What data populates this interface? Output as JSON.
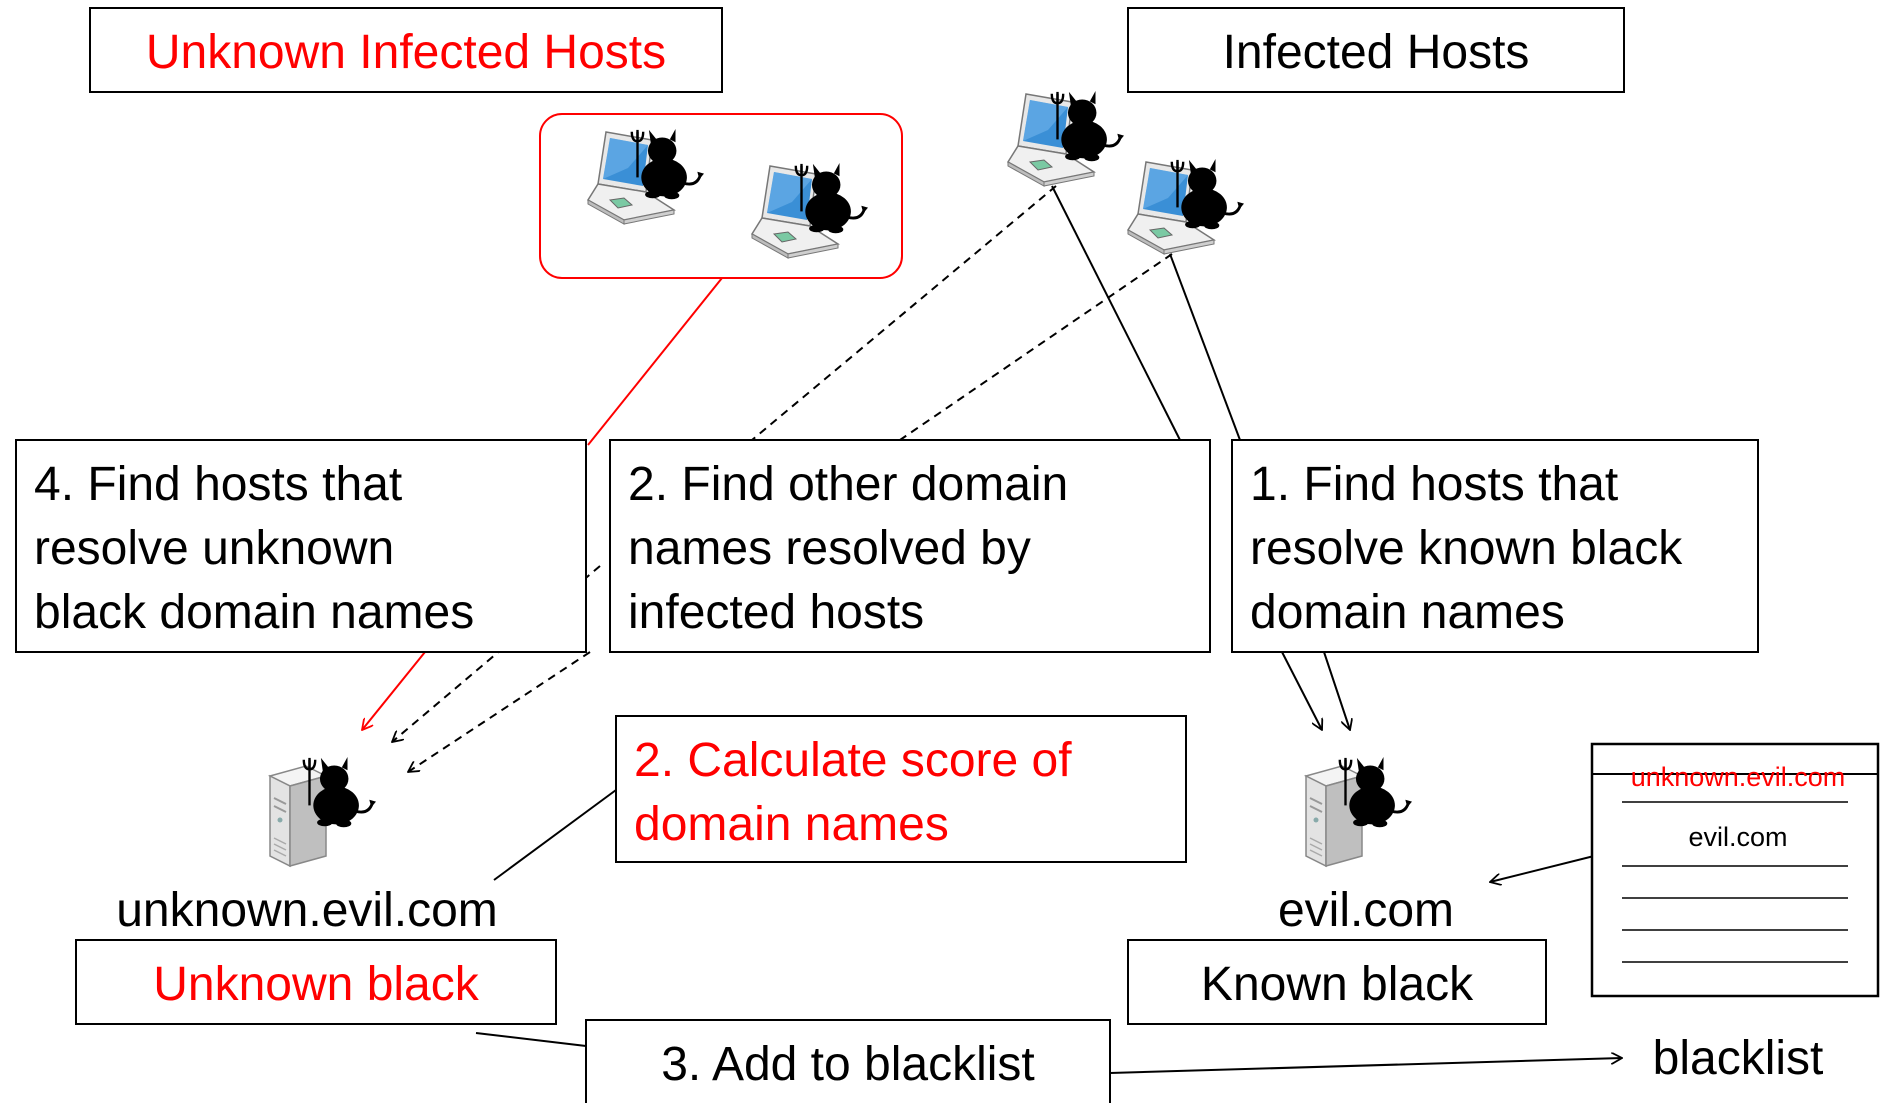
{
  "header": {
    "unknown_infected_hosts": "Unknown Infected Hosts",
    "infected_hosts": "Infected Hosts"
  },
  "steps": {
    "step4": [
      "4. Find hosts that",
      "resolve unknown",
      "black domain names"
    ],
    "step2_other": [
      "2. Find other domain",
      "names resolved by",
      "infected hosts"
    ],
    "step1": [
      "1. Find hosts that",
      "resolve known black",
      "domain names"
    ],
    "step2_score": [
      "2. Calculate score of",
      "domain names"
    ],
    "step3": "3. Add to blacklist"
  },
  "domains": {
    "unknown_domain": "unknown.evil.com",
    "known_domain": "evil.com",
    "unknown_black": "Unknown black",
    "known_black": "Known black"
  },
  "blacklist": {
    "title": "blacklist",
    "entries": [
      "unknown.evil.com",
      "evil.com"
    ]
  },
  "colors": {
    "red": "#ff0000",
    "black": "#000000",
    "screen_blue": "#3a8fd6",
    "server_gray": "#c9c9c9"
  },
  "icons": {
    "infected_laptop": "laptop-devil-icon",
    "infected_server": "server-devil-icon"
  }
}
